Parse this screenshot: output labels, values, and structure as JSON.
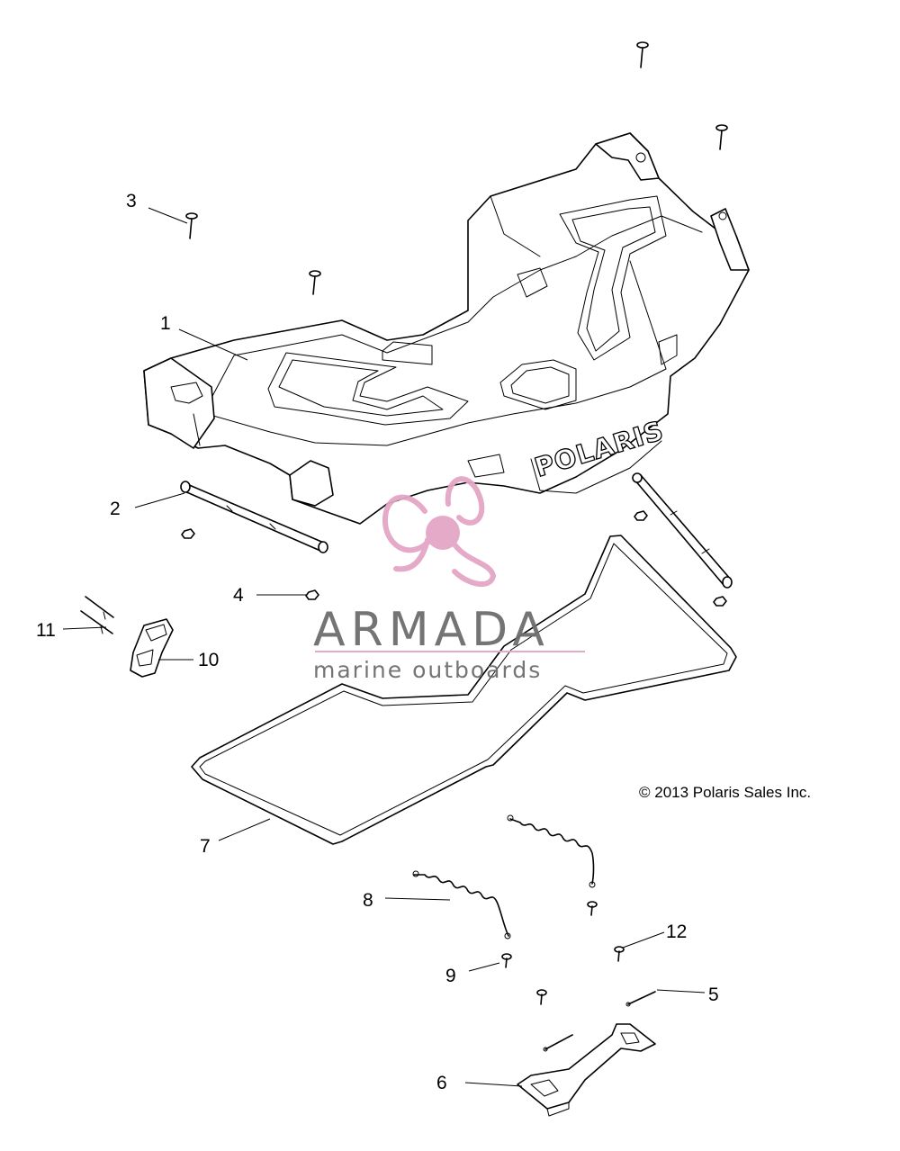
{
  "diagram": {
    "callouts": [
      "1",
      "2",
      "3",
      "4",
      "5",
      "6",
      "7",
      "8",
      "9",
      "10",
      "11",
      "12"
    ],
    "copyright": "© 2013 Polaris Sales Inc."
  },
  "watermark": {
    "brand": "ARMADA",
    "tagline": "marine outboards",
    "color_text": "#6d6d6d",
    "color_logo": "#e3a6c6"
  },
  "part_marking": {
    "logo_text": "POLARIS"
  }
}
